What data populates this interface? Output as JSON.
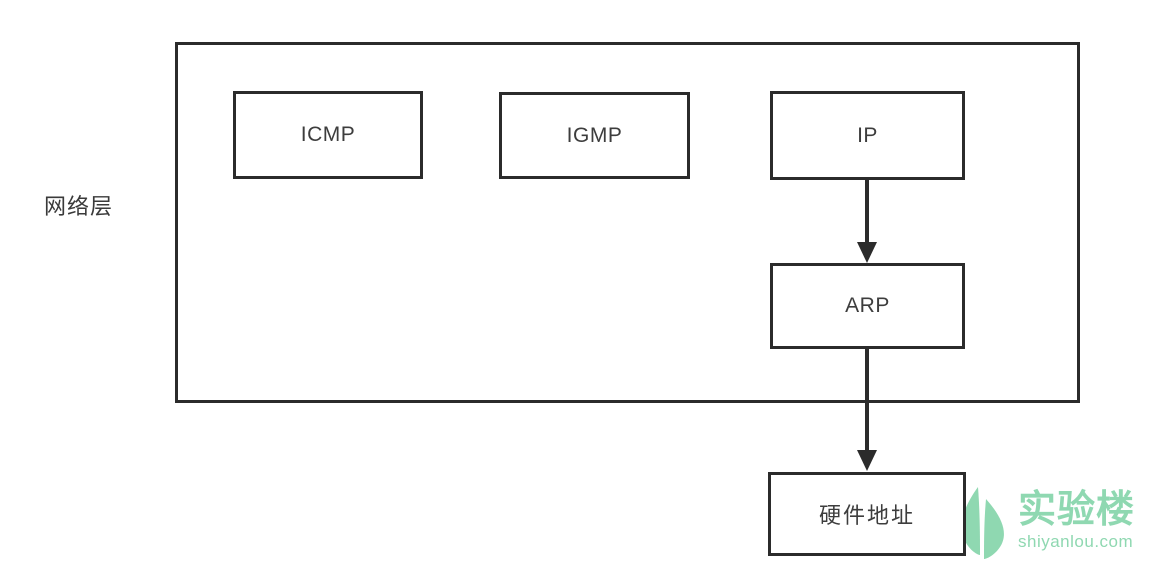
{
  "diagram": {
    "title_label": "网络层",
    "container": {
      "name": "network-layer-container"
    },
    "nodes": [
      {
        "id": "icmp",
        "label": "ICMP"
      },
      {
        "id": "igmp",
        "label": "IGMP"
      },
      {
        "id": "ip",
        "label": "IP"
      },
      {
        "id": "arp",
        "label": "ARP"
      },
      {
        "id": "hw",
        "label": "硬件地址"
      }
    ],
    "edges": [
      {
        "from": "ip",
        "to": "arp",
        "style": "solid-arrow-down"
      },
      {
        "from": "arp",
        "to": "hw",
        "style": "solid-arrow-down"
      }
    ],
    "colors": {
      "stroke": "#2b2b2b",
      "text": "#3d3d3d",
      "background": "#ffffff",
      "watermark": "#8fd8b1"
    }
  },
  "watermark": {
    "brand_cn": "实验楼",
    "brand_url": "shiyanlou.com",
    "logo_name": "shiyanlou-leaf-logo"
  }
}
